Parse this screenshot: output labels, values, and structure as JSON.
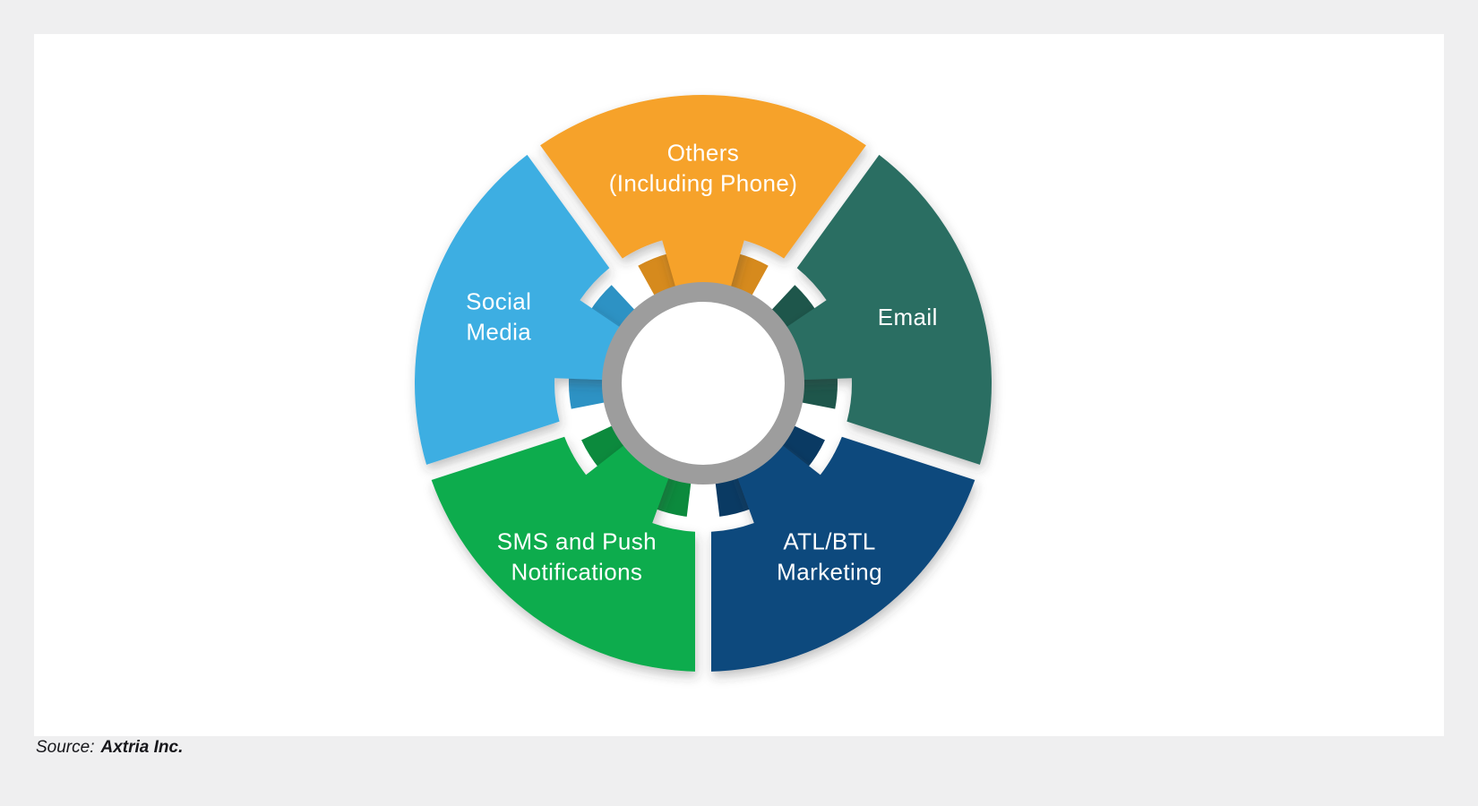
{
  "page": {
    "background_color": "#efeff0",
    "card_background_color": "#ffffff"
  },
  "source": {
    "prefix": "Source:",
    "name": "Axtria Inc."
  },
  "diagram": {
    "type": "radial-segmented-wheel",
    "label_color": "#ffffff",
    "ring": {
      "color": "#9d9d9d",
      "inner_color": "#ffffff"
    },
    "segments": [
      {
        "name": "others",
        "label": "Others\n(Including Phone)",
        "color": "#f6a22b",
        "shadow_color": "#d68a1d",
        "angle": 0
      },
      {
        "name": "email",
        "label": "Email",
        "color": "#2a6e62",
        "shadow_color": "#1e564b",
        "angle": 72
      },
      {
        "name": "atl-btl-marketing",
        "label": "ATL/BTL\nMarketing",
        "color": "#0e4a7d",
        "shadow_color": "#0a3a63",
        "angle": 144
      },
      {
        "name": "sms-push-notifications",
        "label": "SMS and Push\nNotifications",
        "color": "#0fac4d",
        "shadow_color": "#0c8a3d",
        "angle": 216
      },
      {
        "name": "social-media",
        "label": "Social\nMedia",
        "color": "#3caee2",
        "shadow_color": "#2d92c4",
        "angle": 288
      }
    ]
  }
}
